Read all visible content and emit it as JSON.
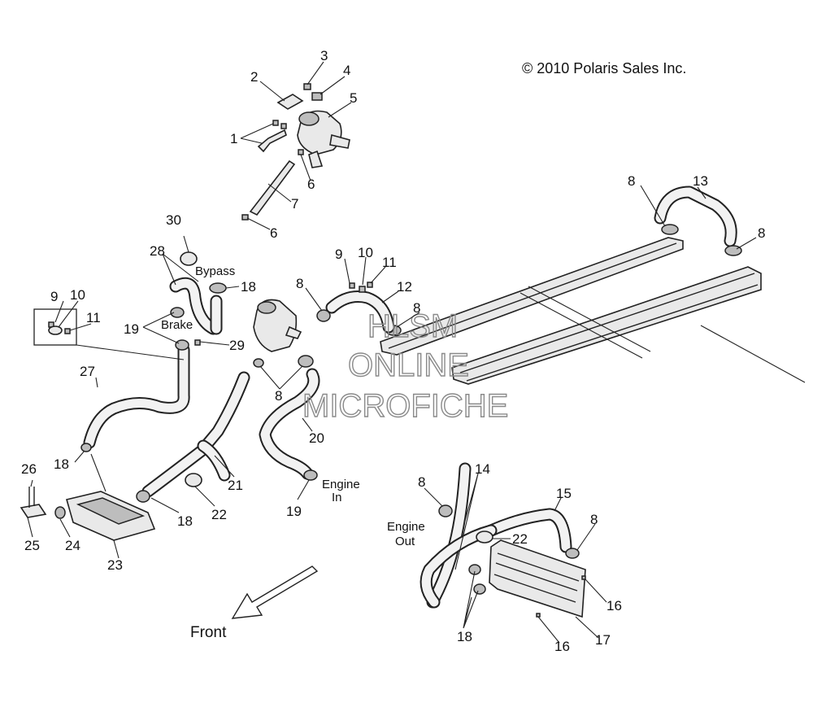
{
  "copyright": "© 2010 Polaris Sales Inc.",
  "watermark": {
    "line1": "HLSM",
    "line2": "ONLINE",
    "line3": "MICROFICHE"
  },
  "labels": {
    "bypass": "Bypass",
    "brake": "Brake",
    "engine_in_1": "Engine",
    "engine_in_2": "In",
    "engine_out_1": "Engine",
    "engine_out_2": "Out",
    "front": "Front"
  },
  "callouts": {
    "c1": "1",
    "c2": "2",
    "c3": "3",
    "c4": "4",
    "c5": "5",
    "c6a": "6",
    "c6b": "6",
    "c7": "7",
    "c8a": "8",
    "c8b": "8",
    "c8c": "8",
    "c8d": "8",
    "c8e": "8",
    "c8f": "8",
    "c8g": "8",
    "c9a": "9",
    "c9b": "9",
    "c10a": "10",
    "c10b": "10",
    "c11a": "11",
    "c11b": "11",
    "c12": "12",
    "c13": "13",
    "c14": "14",
    "c15": "15",
    "c16a": "16",
    "c16b": "16",
    "c17": "17",
    "c18a": "18",
    "c18b": "18",
    "c18c": "18",
    "c18d": "18",
    "c19a": "19",
    "c19b": "19",
    "c20": "20",
    "c21": "21",
    "c22a": "22",
    "c22b": "22",
    "c23": "23",
    "c24": "24",
    "c25": "25",
    "c26": "26",
    "c27": "27",
    "c28": "28",
    "c29": "29",
    "c30": "30"
  }
}
